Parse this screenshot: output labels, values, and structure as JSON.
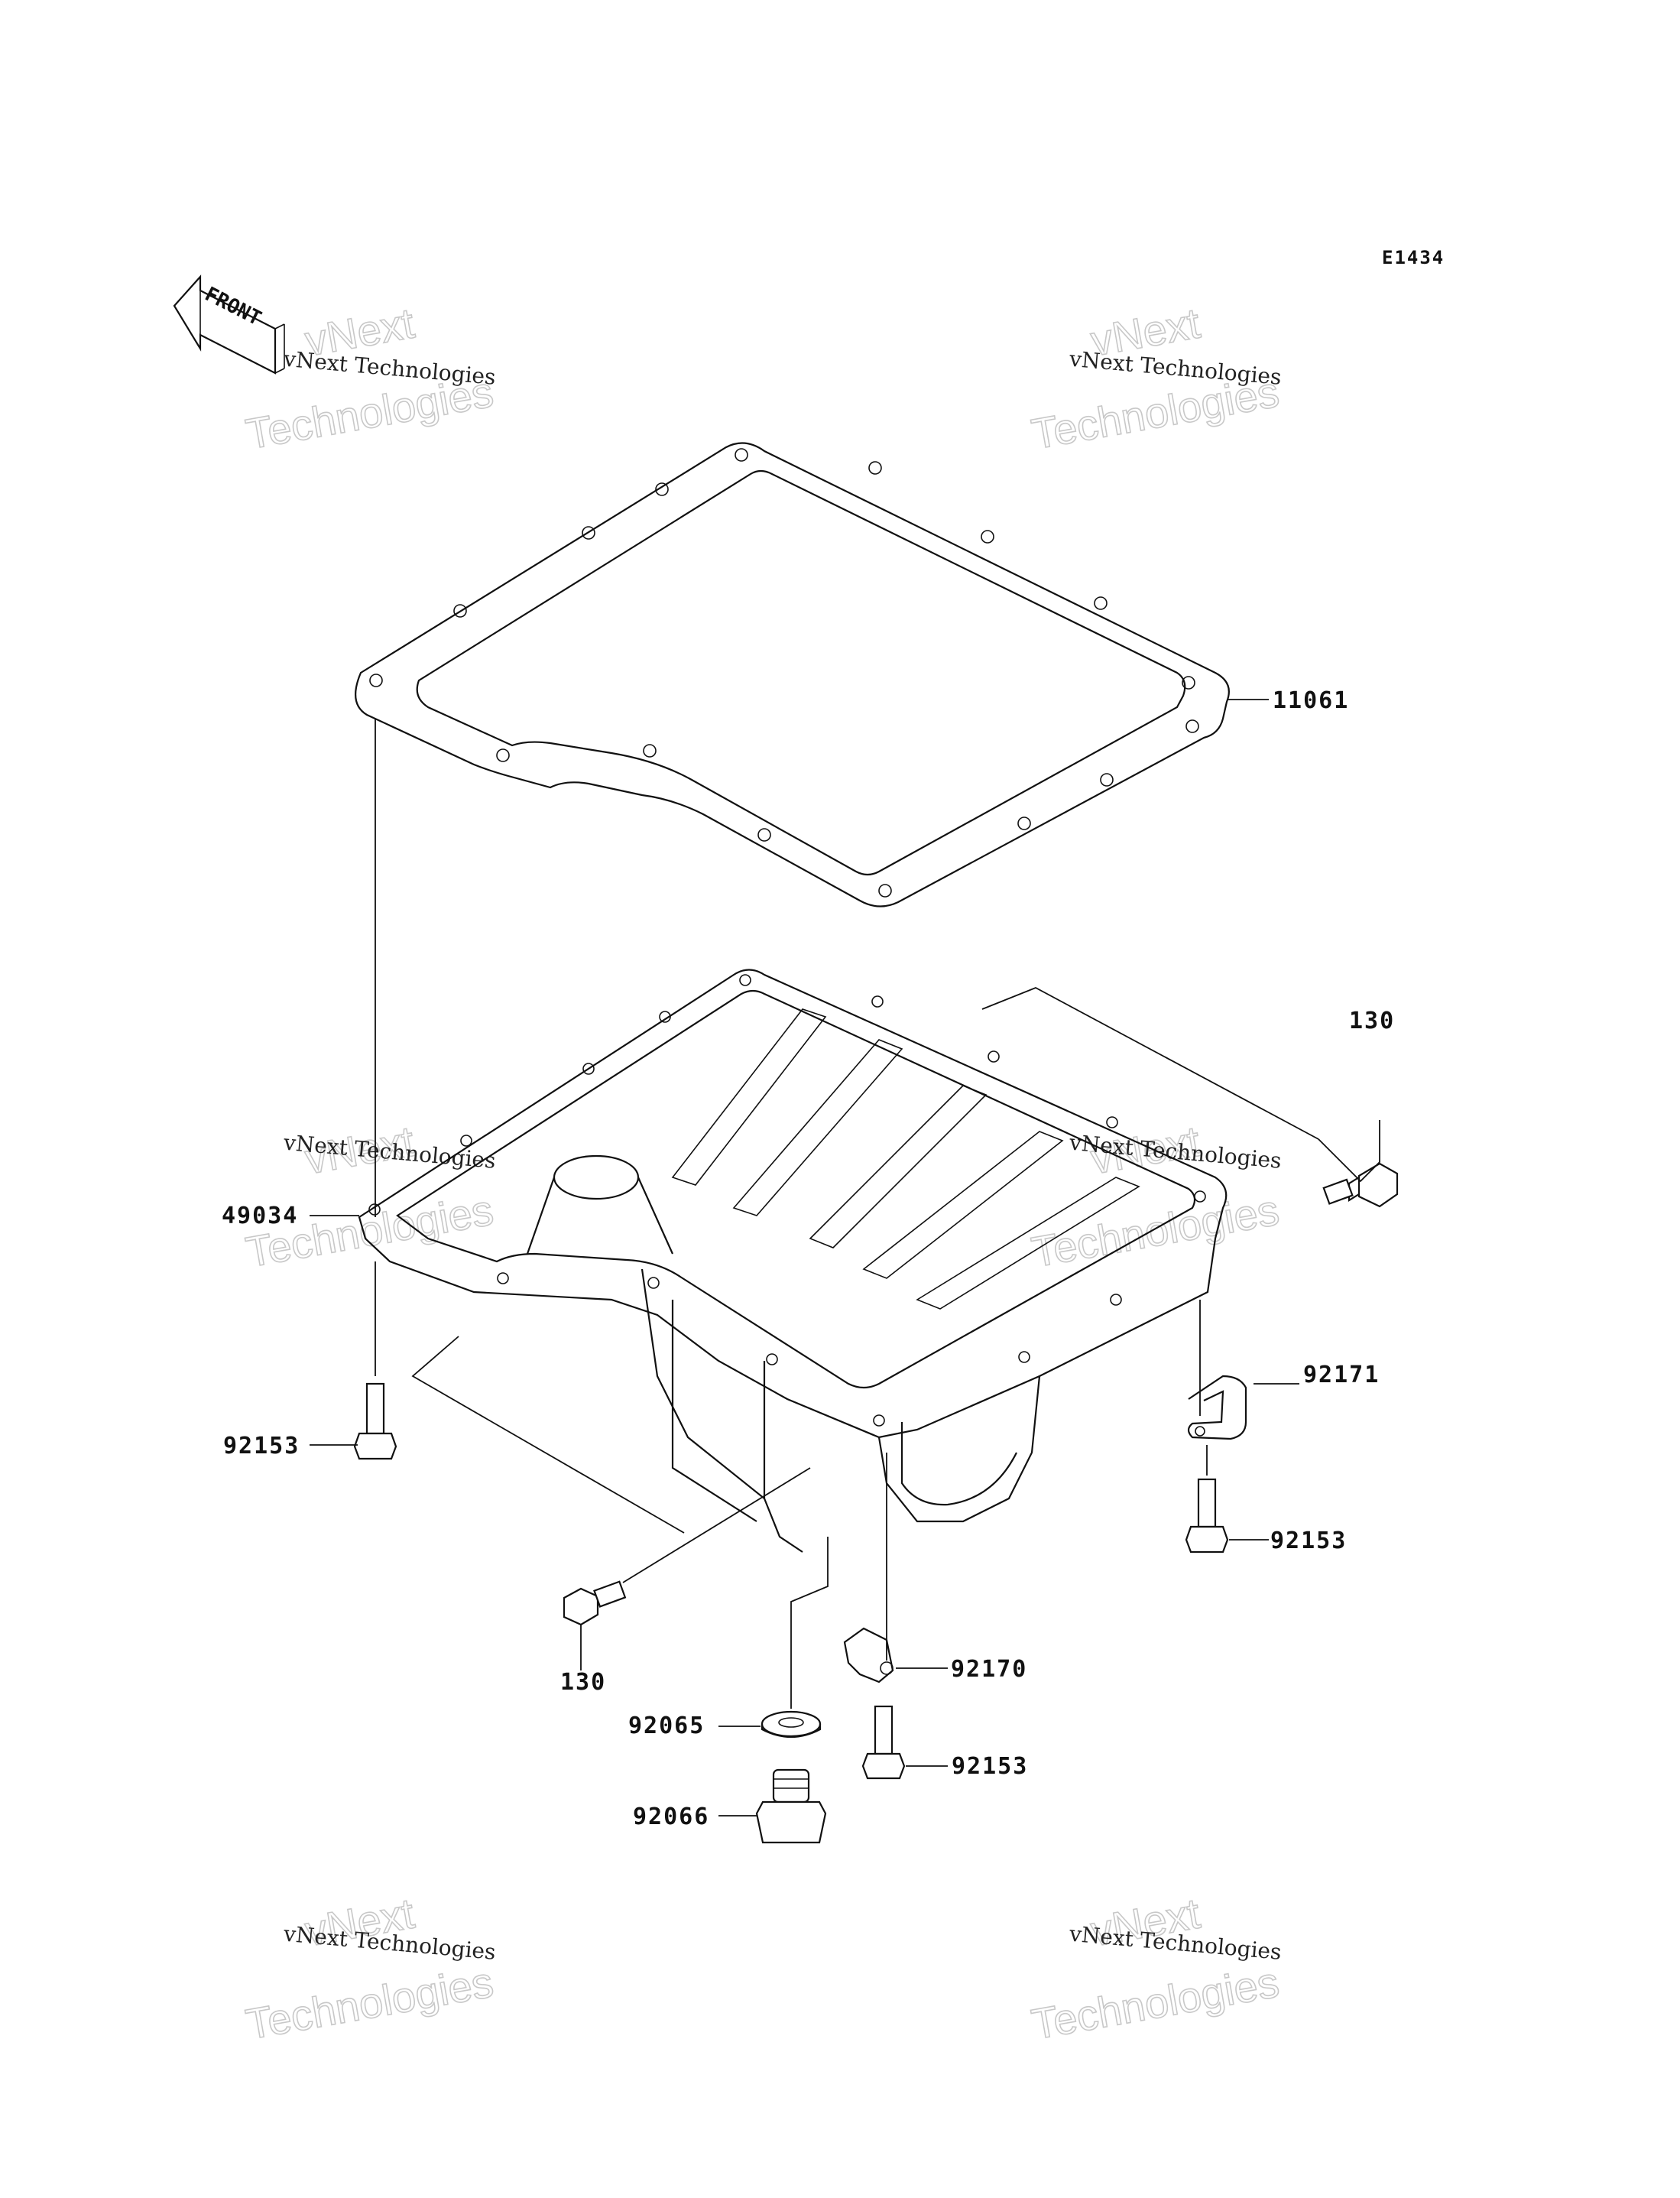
{
  "diagram_code": "E1434",
  "front_arrow_label": "FRONT",
  "watermark": {
    "line1": "vNext",
    "line2": "vNext Technologies",
    "line3": "Technologies"
  },
  "parts": {
    "gasket": "11061",
    "oil_pan": "49034",
    "bolt_upper_right": "130",
    "bolt_lower_left": "130",
    "bolt_left": "92153",
    "bolt_right": "92153",
    "bolt_bottom": "92153",
    "clamp_right": "92171",
    "clamp_bottom": "92170",
    "washer": "92065",
    "drain_plug": "92066"
  }
}
